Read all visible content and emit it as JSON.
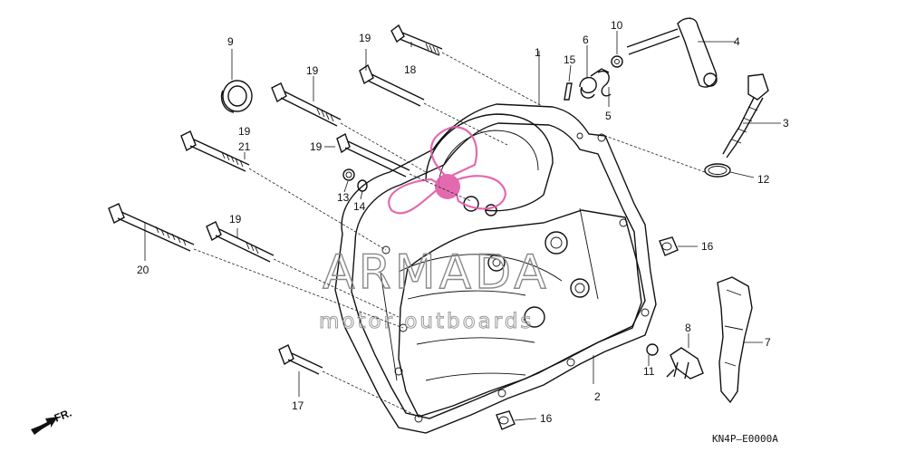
{
  "diagram": {
    "code": "KN4P—E0000A",
    "front_label": "FR.",
    "watermark": {
      "title": "ARMADA",
      "subtitle": "motor outboards"
    },
    "callouts": {
      "c1": "1",
      "c2": "2",
      "c3": "3",
      "c4": "4",
      "c5": "5",
      "c6": "6",
      "c7": "7",
      "c8": "8",
      "c9": "9",
      "c10": "10",
      "c11": "11",
      "c12": "12",
      "c13": "13",
      "c14": "14",
      "c15": "15",
      "c16a": "16",
      "c16b": "16",
      "c17": "17",
      "c18": "18",
      "c19a": "19",
      "c19b": "19",
      "c19c": "19",
      "c19d": "19",
      "c19e": "19",
      "c20": "20",
      "c21": "21"
    }
  }
}
